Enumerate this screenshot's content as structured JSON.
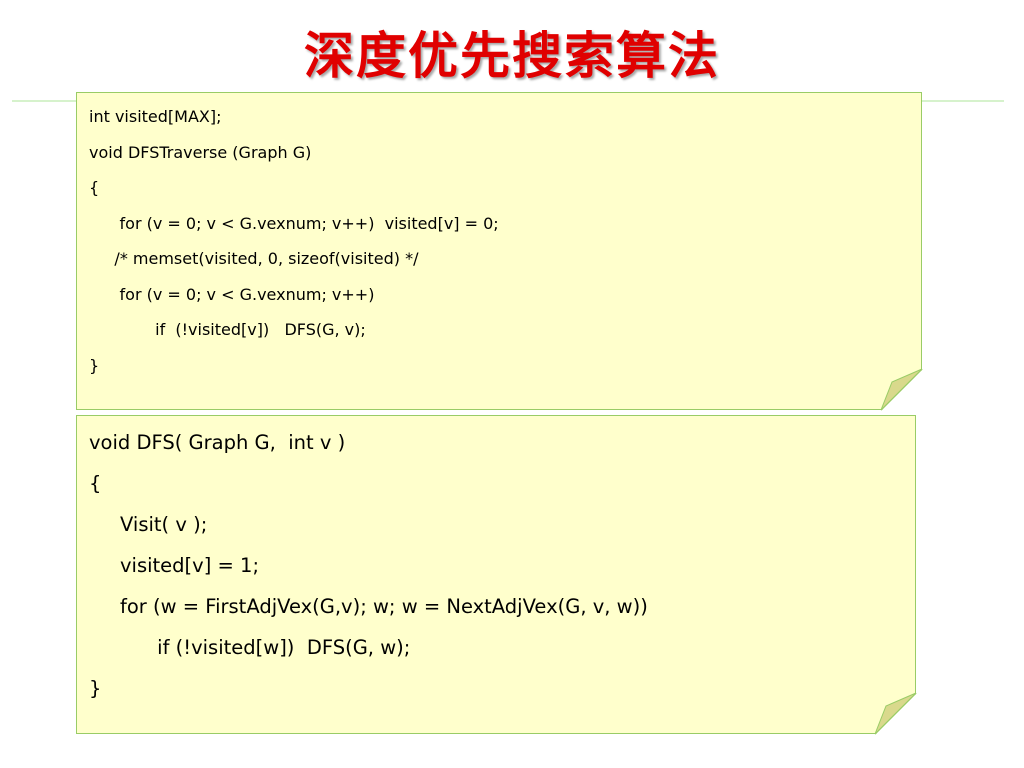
{
  "slide": {
    "title": "深度优先搜索算法"
  },
  "box1": {
    "lines": [
      "int visited[MAX];",
      "void DFSTraverse (Graph G)",
      "{",
      "      for (v = 0; v < G.vexnum; v++)  visited[v] = 0;",
      "     /* memset(visited, 0, sizeof(visited) */",
      "      for (v = 0; v < G.vexnum; v++)",
      "             if  (!visited[v])   DFS(G, v);",
      "}"
    ]
  },
  "box2": {
    "lines": [
      "void DFS( Graph G,  int v )",
      "{",
      "     Visit( v );",
      "     visited[v] = 1;",
      "     for (w = FirstAdjVex(G,v); w; w = NextAdjVex(G, v, w))",
      "           if (!visited[w])  DFS(G, w);",
      "}"
    ]
  },
  "colors": {
    "title": "#e00000",
    "note_background": "#ffffcc",
    "note_border": "#99cc66",
    "fold": "#d9d98c",
    "rule": "#d6f2cc"
  }
}
